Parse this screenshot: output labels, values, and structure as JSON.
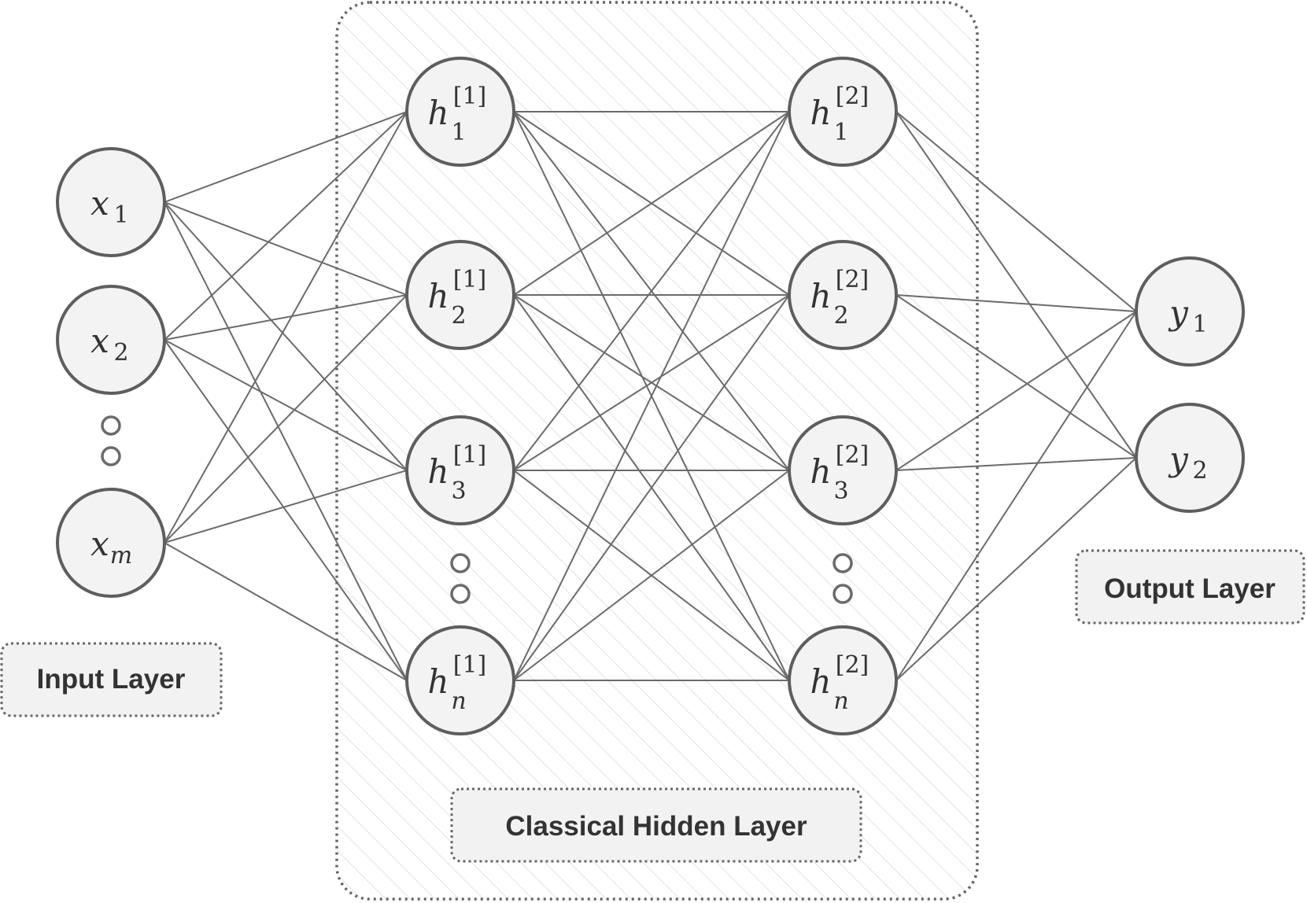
{
  "diagram": {
    "input_nodes": [
      {
        "base": "x",
        "sub": "1"
      },
      {
        "base": "x",
        "sub": "2"
      },
      {
        "base": "x",
        "sub": "m"
      }
    ],
    "hidden1_nodes": [
      {
        "base": "h",
        "sup": "[1]",
        "sub": "1"
      },
      {
        "base": "h",
        "sup": "[1]",
        "sub": "2"
      },
      {
        "base": "h",
        "sup": "[1]",
        "sub": "3"
      },
      {
        "base": "h",
        "sup": "[1]",
        "sub": "n"
      }
    ],
    "hidden2_nodes": [
      {
        "base": "h",
        "sup": "[2]",
        "sub": "1"
      },
      {
        "base": "h",
        "sup": "[2]",
        "sub": "2"
      },
      {
        "base": "h",
        "sup": "[2]",
        "sub": "3"
      },
      {
        "base": "h",
        "sup": "[2]",
        "sub": "n"
      }
    ],
    "output_nodes": [
      {
        "base": "y",
        "sub": "1"
      },
      {
        "base": "y",
        "sub": "2"
      }
    ],
    "layer_labels": {
      "input": "Input Layer",
      "hidden": "Classical Hidden Layer",
      "output": "Output Layer"
    },
    "colors": {
      "edge": "#6b6b6b",
      "node_fill": "#f3f3f3",
      "node_stroke": "#5e5e5e",
      "hatch": "#e2e2e2"
    }
  }
}
